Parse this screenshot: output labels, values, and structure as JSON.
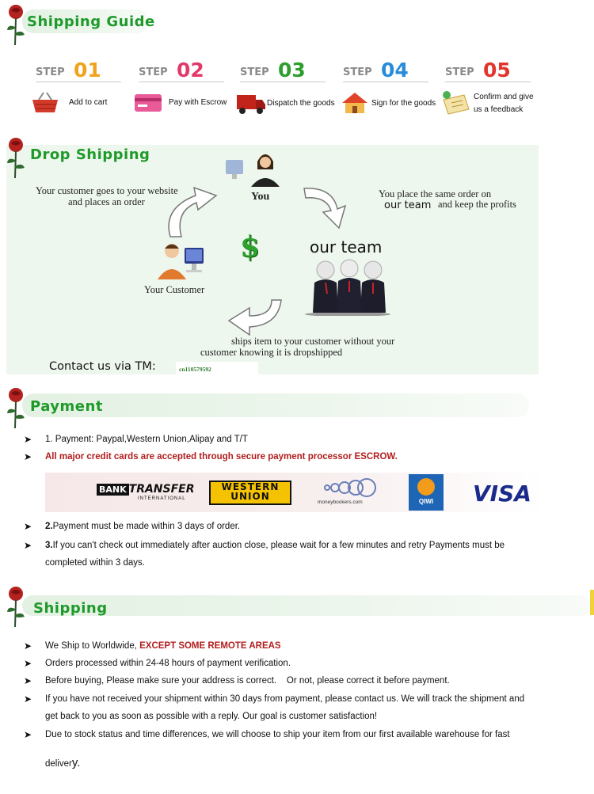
{
  "colors": {
    "title_green": "#1f9a2a",
    "accent_red": "#b11d1d",
    "step1": "#f0a21a",
    "step2": "#e13a6a",
    "step3": "#2e9e2e",
    "step4": "#2a8bd8",
    "step5": "#e2342c"
  },
  "shipping_guide": {
    "title": "Shipping Guide",
    "steps": [
      {
        "label": "STEP",
        "num": "01",
        "text": "Add to cart",
        "icon": "basket-icon"
      },
      {
        "label": "STEP",
        "num": "02",
        "text": "Pay with Escrow",
        "icon": "card-icon"
      },
      {
        "label": "STEP",
        "num": "03",
        "text": "Dispatch the goods",
        "icon": "truck-icon"
      },
      {
        "label": "STEP",
        "num": "04",
        "text": "Sign for the goods",
        "icon": "house-icon"
      },
      {
        "label": "STEP",
        "num": "05",
        "text_line1": "Confirm and give",
        "text_line2": "us a feedback",
        "icon": "feedback-icon"
      }
    ]
  },
  "drop_shipping": {
    "title": "Drop  Shipping",
    "customer_text_1": "Your customer goes to your website",
    "customer_text_2": "and places an order",
    "you_label": "You",
    "same_order_1": "You place the same order on",
    "our_team_inline": "our team",
    "same_order_2": "and keep the profits",
    "our_team": "our team",
    "your_customer": "Your Customer",
    "ships_1": "ships item to your customer without your",
    "ships_2": "customer knowing it is dropshipped",
    "contact_label": "Contact  us  via  TM:",
    "contact_id": "cn110579592",
    "dollar": "$"
  },
  "payment": {
    "title": "Payment",
    "item1": "1. Payment: Paypal,Western Union,Alipay and T/T",
    "item2": "All major credit cards are accepted through secure payment processor ESCROW.",
    "logos": {
      "bank_transfer_1": "BANK",
      "bank_transfer_2": "TRANSFER",
      "bank_transfer_3": "INTERNATIONAL",
      "western_1": "WESTERN",
      "western_2": "UNION",
      "moneybookers": "moneybookers.com",
      "qiwi": "QIWI",
      "visa": "VISA"
    },
    "item3_num": "2.",
    "item3": "Payment must be made within 3 days of order.",
    "item4_num": "3.",
    "item4_line1": "If you can't check out immediately after auction close, please wait for a few minutes and retry Payments must be",
    "item4_line2": "completed within 3 days."
  },
  "shipping": {
    "title": "Shipping",
    "item1_a": "We Ship to Worldwide, ",
    "item1_b": "EXCEPT SOME REMOTE AREAS",
    "item2": "Orders processed within 24-48 hours of payment verification.",
    "item3": "Before buying, Please make sure your address is correct.    Or not, please correct it before payment.",
    "item4_line1": "If you have not received your shipment within 30 days from payment, please contact us. We will track the shipment and",
    "item4_line2": "get back to you as soon as possible with a reply. Our goal is customer satisfaction!",
    "item5_line1": "Due to stock status and time differences, we will choose to ship your item from our first available warehouse for fast",
    "item5_line2a": "deliver",
    "item5_line2b": "y."
  }
}
